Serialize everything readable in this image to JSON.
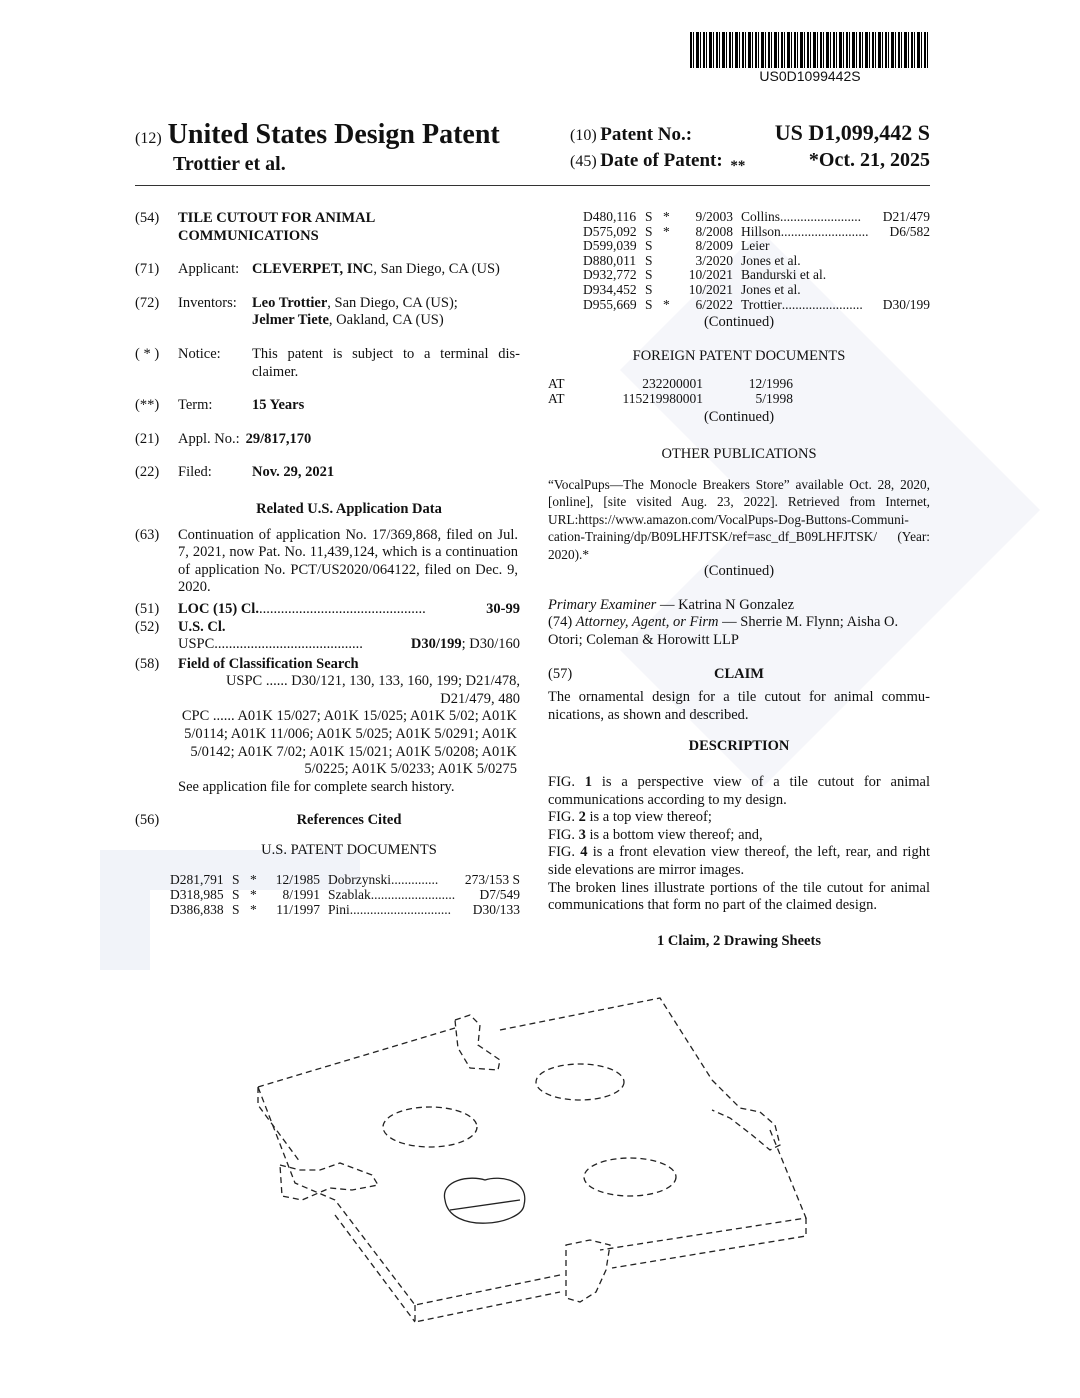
{
  "header": {
    "barcode_text": "US0D1099442S",
    "code12": "(12)",
    "doc_type": "United States Design Patent",
    "code10": "(10)",
    "patent_no_label": "Patent No.:",
    "patent_no": "US D1,099,442 S",
    "inventor_short": "Trottier et al.",
    "code45": "(45)",
    "date_label": "Date of Patent:",
    "date_mark": "**",
    "date": "*Oct. 21, 2025"
  },
  "left": {
    "f54": {
      "code": "(54)",
      "text": "TILE CUTOUT FOR ANIMAL COMMUNICATIONS"
    },
    "f71": {
      "code": "(71)",
      "label": "Applicant:",
      "name": "CLEVERPET, INC",
      "rest": ", San Diego, CA (US)"
    },
    "f72": {
      "code": "(72)",
      "label": "Inventors:",
      "name1": "Leo Trottier",
      "rest1": ", San Diego, CA (US);",
      "name2": "Jelmer Tiete",
      "rest2": ", Oakland, CA (US)"
    },
    "notice": {
      "code": "( * )",
      "label": "Notice:",
      "text": "This patent is subject to a terminal dis-claimer."
    },
    "term": {
      "code": "(**)",
      "label": "Term:",
      "value": "15 Years"
    },
    "f21": {
      "code": "(21)",
      "label": "Appl. No.:",
      "value": "29/817,170"
    },
    "f22": {
      "code": "(22)",
      "label": "Filed:",
      "value": "Nov. 29, 2021"
    },
    "related_title": "Related U.S. Application Data",
    "f63": {
      "code": "(63)",
      "text": "Continuation of application No. 17/369,868, filed on Jul. 7, 2021, now Pat. No. 11,439,124, which is a continuation of application No. PCT/US2020/064122, filed on Dec. 9, 2020."
    },
    "f51": {
      "code": "(51)",
      "label": "LOC (15) Cl.",
      "dots": " ..............................................",
      "value": "30-99"
    },
    "f52": {
      "code": "(52)",
      "label": "U.S. Cl.",
      "uspc_label": "USPC",
      "dots": " .........................................",
      "value_bold": "D30/199",
      "value_rest": "; D30/160"
    },
    "f58": {
      "code": "(58)",
      "label": "Field of Classification Search",
      "uspc": "USPC ...... D30/121, 130, 133, 160, 199; D21/478, D21/479, 480",
      "cpc": "CPC ...... A01K 15/027; A01K 15/025; A01K 5/02; A01K 5/0114; A01K 11/006; A01K 5/025; A01K 5/0291; A01K 5/0142; A01K 7/02; A01K 15/021; A01K 5/0208; A01K 5/0225; A01K 5/0233; A01K 5/0275",
      "see": "See application file for complete search history."
    },
    "f56": {
      "code": "(56)",
      "title": "References Cited",
      "subtitle": "U.S. PATENT DOCUMENTS"
    },
    "us_refs": [
      {
        "no": "D281,791",
        "k": "S",
        "star": "*",
        "date": "12/1985",
        "name": "Dobrzynski",
        "dots": " ..............",
        "cls": "273/153 S"
      },
      {
        "no": "D318,985",
        "k": "S",
        "star": "*",
        "date": "8/1991",
        "name": "Szablak",
        "dots": " .........................",
        "cls": "D7/549"
      },
      {
        "no": "D386,838",
        "k": "S",
        "star": "*",
        "date": "11/1997",
        "name": "Pini",
        "dots": " ..............................",
        "cls": "D30/133"
      }
    ]
  },
  "right": {
    "us_refs": [
      {
        "no": "D480,116",
        "k": "S",
        "star": "*",
        "date": "9/2003",
        "name": "Collins",
        "dots": " ........................",
        "cls": "D21/479"
      },
      {
        "no": "D575,092",
        "k": "S",
        "star": "*",
        "date": "8/2008",
        "name": "Hillson",
        "dots": " ..........................",
        "cls": "D6/582"
      },
      {
        "no": "D599,039",
        "k": "S",
        "star": "",
        "date": "8/2009",
        "name": "Leier",
        "dots": "",
        "cls": ""
      },
      {
        "no": "D880,011",
        "k": "S",
        "star": "",
        "date": "3/2020",
        "name": "Jones et al.",
        "dots": "",
        "cls": ""
      },
      {
        "no": "D932,772",
        "k": "S",
        "star": "",
        "date": "10/2021",
        "name": "Bandurski et al.",
        "dots": "",
        "cls": ""
      },
      {
        "no": "D934,452",
        "k": "S",
        "star": "",
        "date": "10/2021",
        "name": "Jones et al.",
        "dots": "",
        "cls": ""
      },
      {
        "no": "D955,669",
        "k": "S",
        "star": "*",
        "date": "6/2022",
        "name": "Trottier",
        "dots": " ........................",
        "cls": "D30/199"
      }
    ],
    "continued": "(Continued)",
    "foreign_title": "FOREIGN PATENT DOCUMENTS",
    "foreign": [
      {
        "cc": "AT",
        "no": "232200001",
        "date": "12/1996"
      },
      {
        "cc": "AT",
        "no": "115219980001",
        "date": "5/1998"
      }
    ],
    "other_title": "OTHER PUBLICATIONS",
    "other_text": "“VocalPups—The Monocle Breakers Store” available Oct. 28, 2020, [online], [site visited Aug. 23, 2022]. Retrieved from Internet, URL:https://www.amazon.com/VocalPups-Dog-Buttons-Communi-cation-Training/dp/B09LHFJTSK/ref=asc_df_B09LHFJTSK/ (Year: 2020).*",
    "examiner_label": "Primary Examiner",
    "examiner": " — Katrina N Gonzalez",
    "attorney_code": "(74)",
    "attorney_label": "Attorney, Agent, or Firm",
    "attorney": " — Sherrie M. Flynn; Aisha O. Otori; Coleman & Horowitt LLP",
    "claim_code": "(57)",
    "claim_title": "CLAIM",
    "claim_text": "The ornamental design for a tile cutout for animal commu-nications, as shown and described.",
    "desc_title": "DESCRIPTION",
    "desc": [
      {
        "pre": "FIG. ",
        "fig": "1",
        "text": " is a perspective view of a tile cutout for animal communications according to my design."
      },
      {
        "pre": "FIG. ",
        "fig": "2",
        "text": " is a top view thereof;"
      },
      {
        "pre": "FIG. ",
        "fig": "3",
        "text": " is a bottom view thereof; and,"
      },
      {
        "pre": "FIG. ",
        "fig": "4",
        "text": " is a front elevation view thereof, the left, rear, and right side elevations are mirror images."
      }
    ],
    "desc_broken": "The broken lines illustrate portions of the tile cutout for animal communications that form no part of the claimed design.",
    "sheets": "1 Claim, 2 Drawing Sheets"
  }
}
